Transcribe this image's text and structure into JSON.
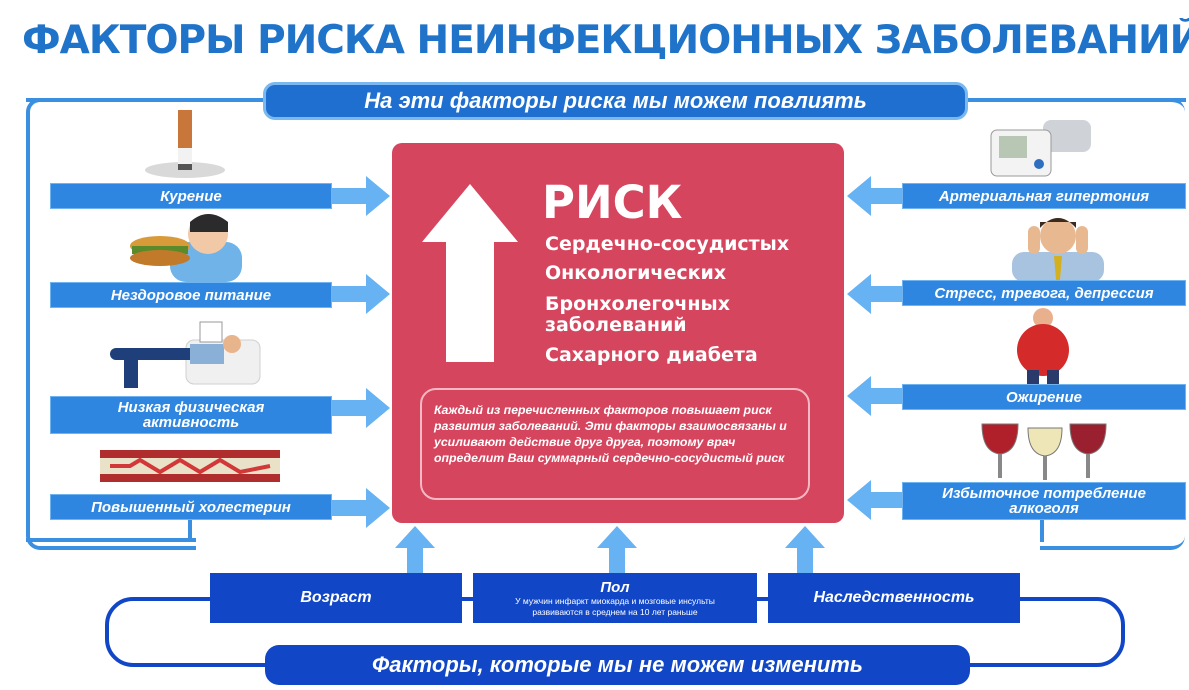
{
  "title": "ФАКТОРЫ РИСКА НЕИНФЕКЦИОННЫХ ЗАБОЛЕВАНИЙ",
  "top_banner": "На эти факторы риска мы можем повлиять",
  "bottom_banner": "Факторы, которые мы не можем изменить",
  "left_factors": [
    "Курение",
    "Нездоровое питание",
    "Низкая физическая активность",
    "Повышенный холестерин"
  ],
  "right_factors": [
    "Артериальная гипертония",
    "Стресс, тревога, депрессия",
    "Ожирение",
    "Избыточное потребление алкоголя"
  ],
  "risk": {
    "heading": "РИСК",
    "items": [
      "Сердечно-сосудистых",
      "Онкологических",
      "Бронхолегочных заболеваний",
      "Сахарного диабета"
    ]
  },
  "note": "Каждый из перечисленных факторов повышает риск развития заболеваний. Эти факторы взаимосвязаны и усиливают действие друг друга, поэтому врач определит Ваш суммарный сердечно-сосудистый риск",
  "fixed_factors": {
    "age": "Возраст",
    "sex": "Пол",
    "sex_note": "У мужчин инфаркт миокарда и мозговые инсульты развиваются в среднем на 10 лет раньше",
    "heredity": "Наследственность"
  },
  "colors": {
    "title": "#1f73c8",
    "frame": "#3b8fe0",
    "center": "#d6455e",
    "dark_label": "#1147c7"
  }
}
